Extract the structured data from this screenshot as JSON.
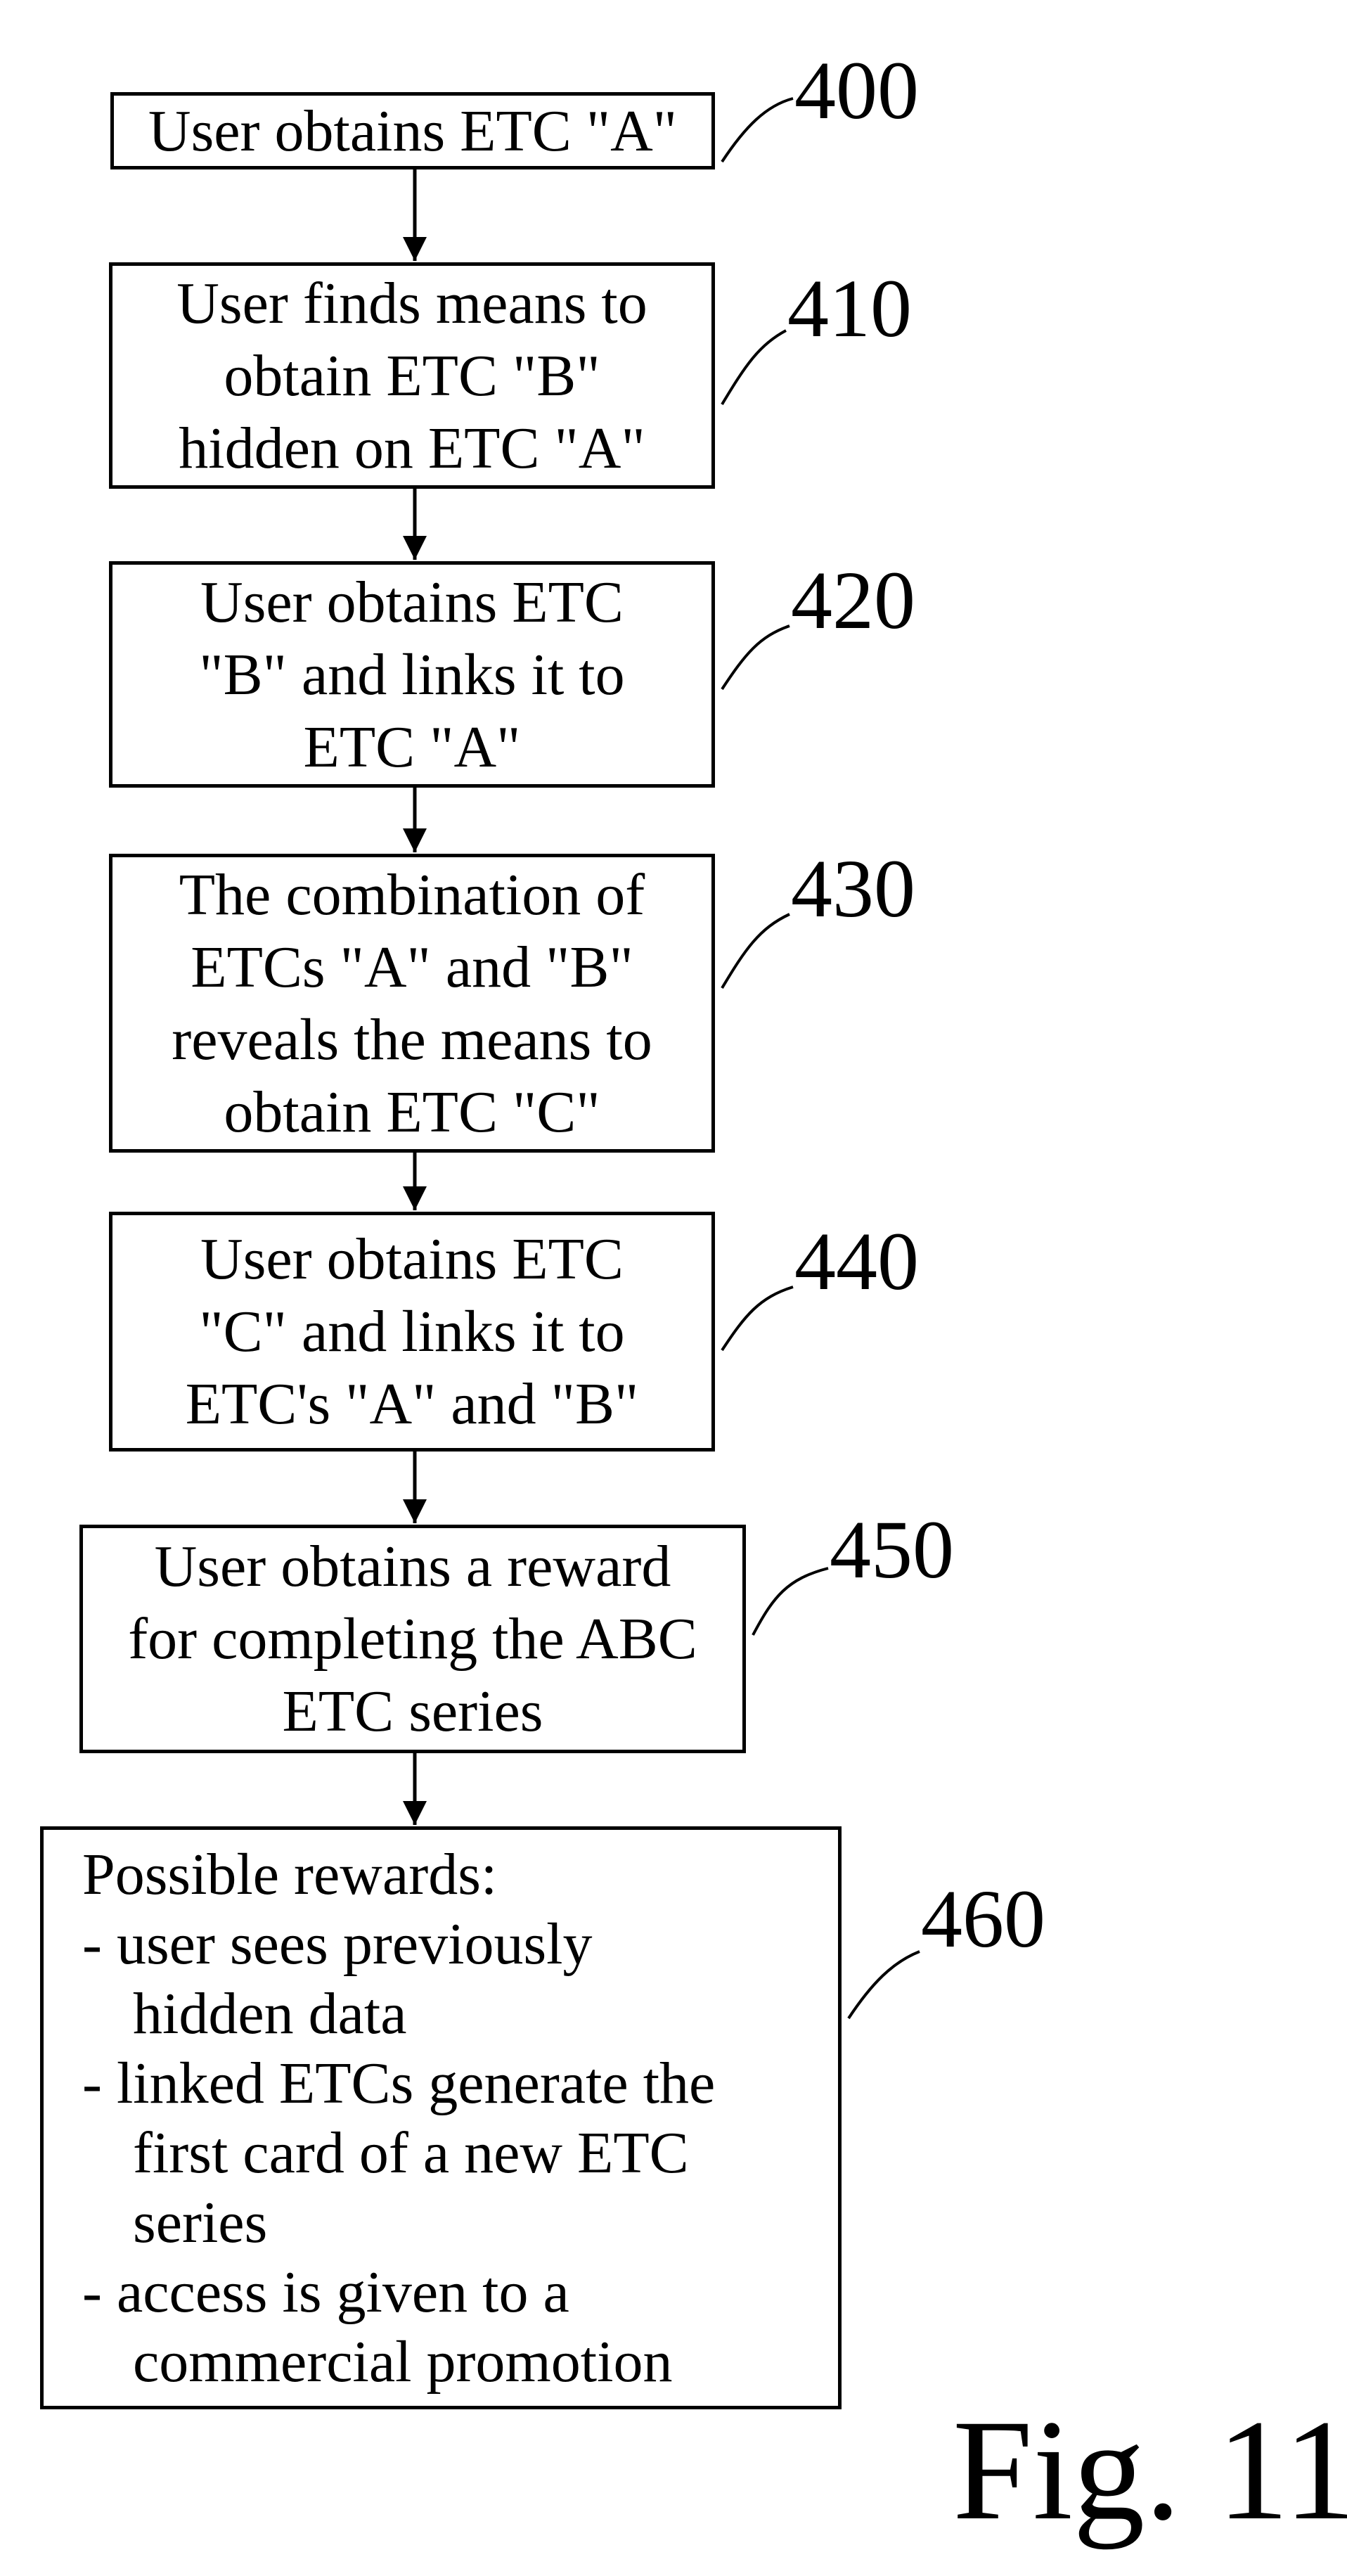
{
  "figure": {
    "label": "Fig. 11"
  },
  "steps": [
    {
      "ref": "400",
      "lines": [
        "User obtains ETC \"A\""
      ]
    },
    {
      "ref": "410",
      "lines": [
        "User finds means to",
        "obtain ETC \"B\"",
        "hidden on ETC \"A\""
      ]
    },
    {
      "ref": "420",
      "lines": [
        "User obtains ETC",
        "\"B\" and links it to",
        "ETC \"A\""
      ]
    },
    {
      "ref": "430",
      "lines": [
        "The combination of",
        "ETCs \"A\" and \"B\"",
        "reveals the means to",
        "obtain ETC \"C\""
      ]
    },
    {
      "ref": "440",
      "lines": [
        "User obtains ETC",
        "\"C\" and links it to",
        "ETC's \"A\" and \"B\""
      ]
    },
    {
      "ref": "450",
      "lines": [
        "User obtains a reward",
        "for completing the ABC",
        "ETC series"
      ]
    },
    {
      "ref": "460",
      "heading": "Possible rewards:",
      "items": [
        [
          "-  user sees previously",
          "hidden data"
        ],
        [
          "-  linked ETCs generate the",
          "first card of a new ETC",
          "series"
        ],
        [
          "-  access is given to a",
          "commercial promotion"
        ]
      ]
    }
  ]
}
